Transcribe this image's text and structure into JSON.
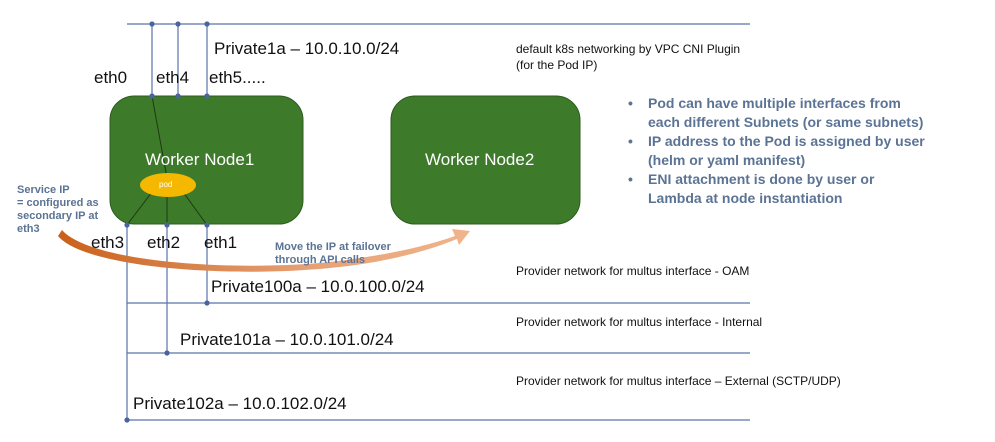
{
  "subnets": {
    "private1a": "Private1a – 10.0.10.0/24",
    "private100a": "Private100a – 10.0.100.0/24",
    "private101a": "Private101a – 10.0.101.0/24",
    "private102a": "Private102a – 10.0.102.0/24"
  },
  "interfaces": {
    "eth0": "eth0",
    "eth4": "eth4",
    "eth5": "eth5.....",
    "eth3": "eth3",
    "eth2": "eth2",
    "eth1": "eth1"
  },
  "nodes": {
    "node1": "Worker Node1",
    "node2": "Worker Node2",
    "pod": "pod"
  },
  "notes": {
    "vpc_line1": "default k8s networking by VPC CNI Plugin",
    "vpc_line2": "(for the Pod IP)",
    "oam": "Provider network for multus interface - OAM",
    "internal": "Provider network for multus interface - Internal",
    "external": "Provider network for multus interface – External (SCTP/UDP)",
    "service_ip": [
      "Service IP",
      "= configured as",
      "secondary IP at",
      "eth3"
    ],
    "move_ip": [
      "Move the IP at failover",
      "through API calls"
    ]
  },
  "bullets": [
    [
      "Pod can have multiple interfaces from",
      "each different Subnets (or same subnets)"
    ],
    [
      "IP address to the Pod is assigned by user",
      "(helm or yaml manifest)"
    ],
    [
      "ENI attachment is done by user or",
      "Lambda at node instantiation"
    ]
  ],
  "colors": {
    "node_fill": "#3d7a2a",
    "pod_fill": "#f5b800",
    "line": "#5b73a8",
    "arrow": "#d9691f",
    "note_text": "#5b7394"
  }
}
